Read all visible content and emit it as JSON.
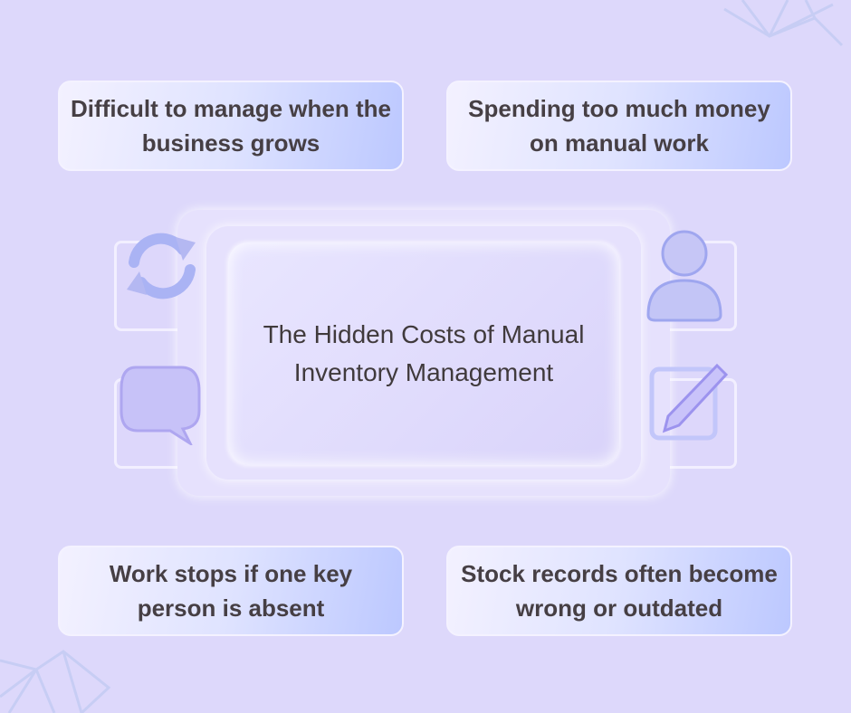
{
  "title": "The Hidden Costs of Manual Inventory Management",
  "cards": [
    "Difficult to manage when the business grows",
    "Spending too much money on manual work",
    "Work stops if one key person is absent",
    "Stock records often become wrong or outdated"
  ],
  "colors": {
    "background": "#ddd8fb",
    "text": "#463f44",
    "accent": "#a9b6ff"
  }
}
